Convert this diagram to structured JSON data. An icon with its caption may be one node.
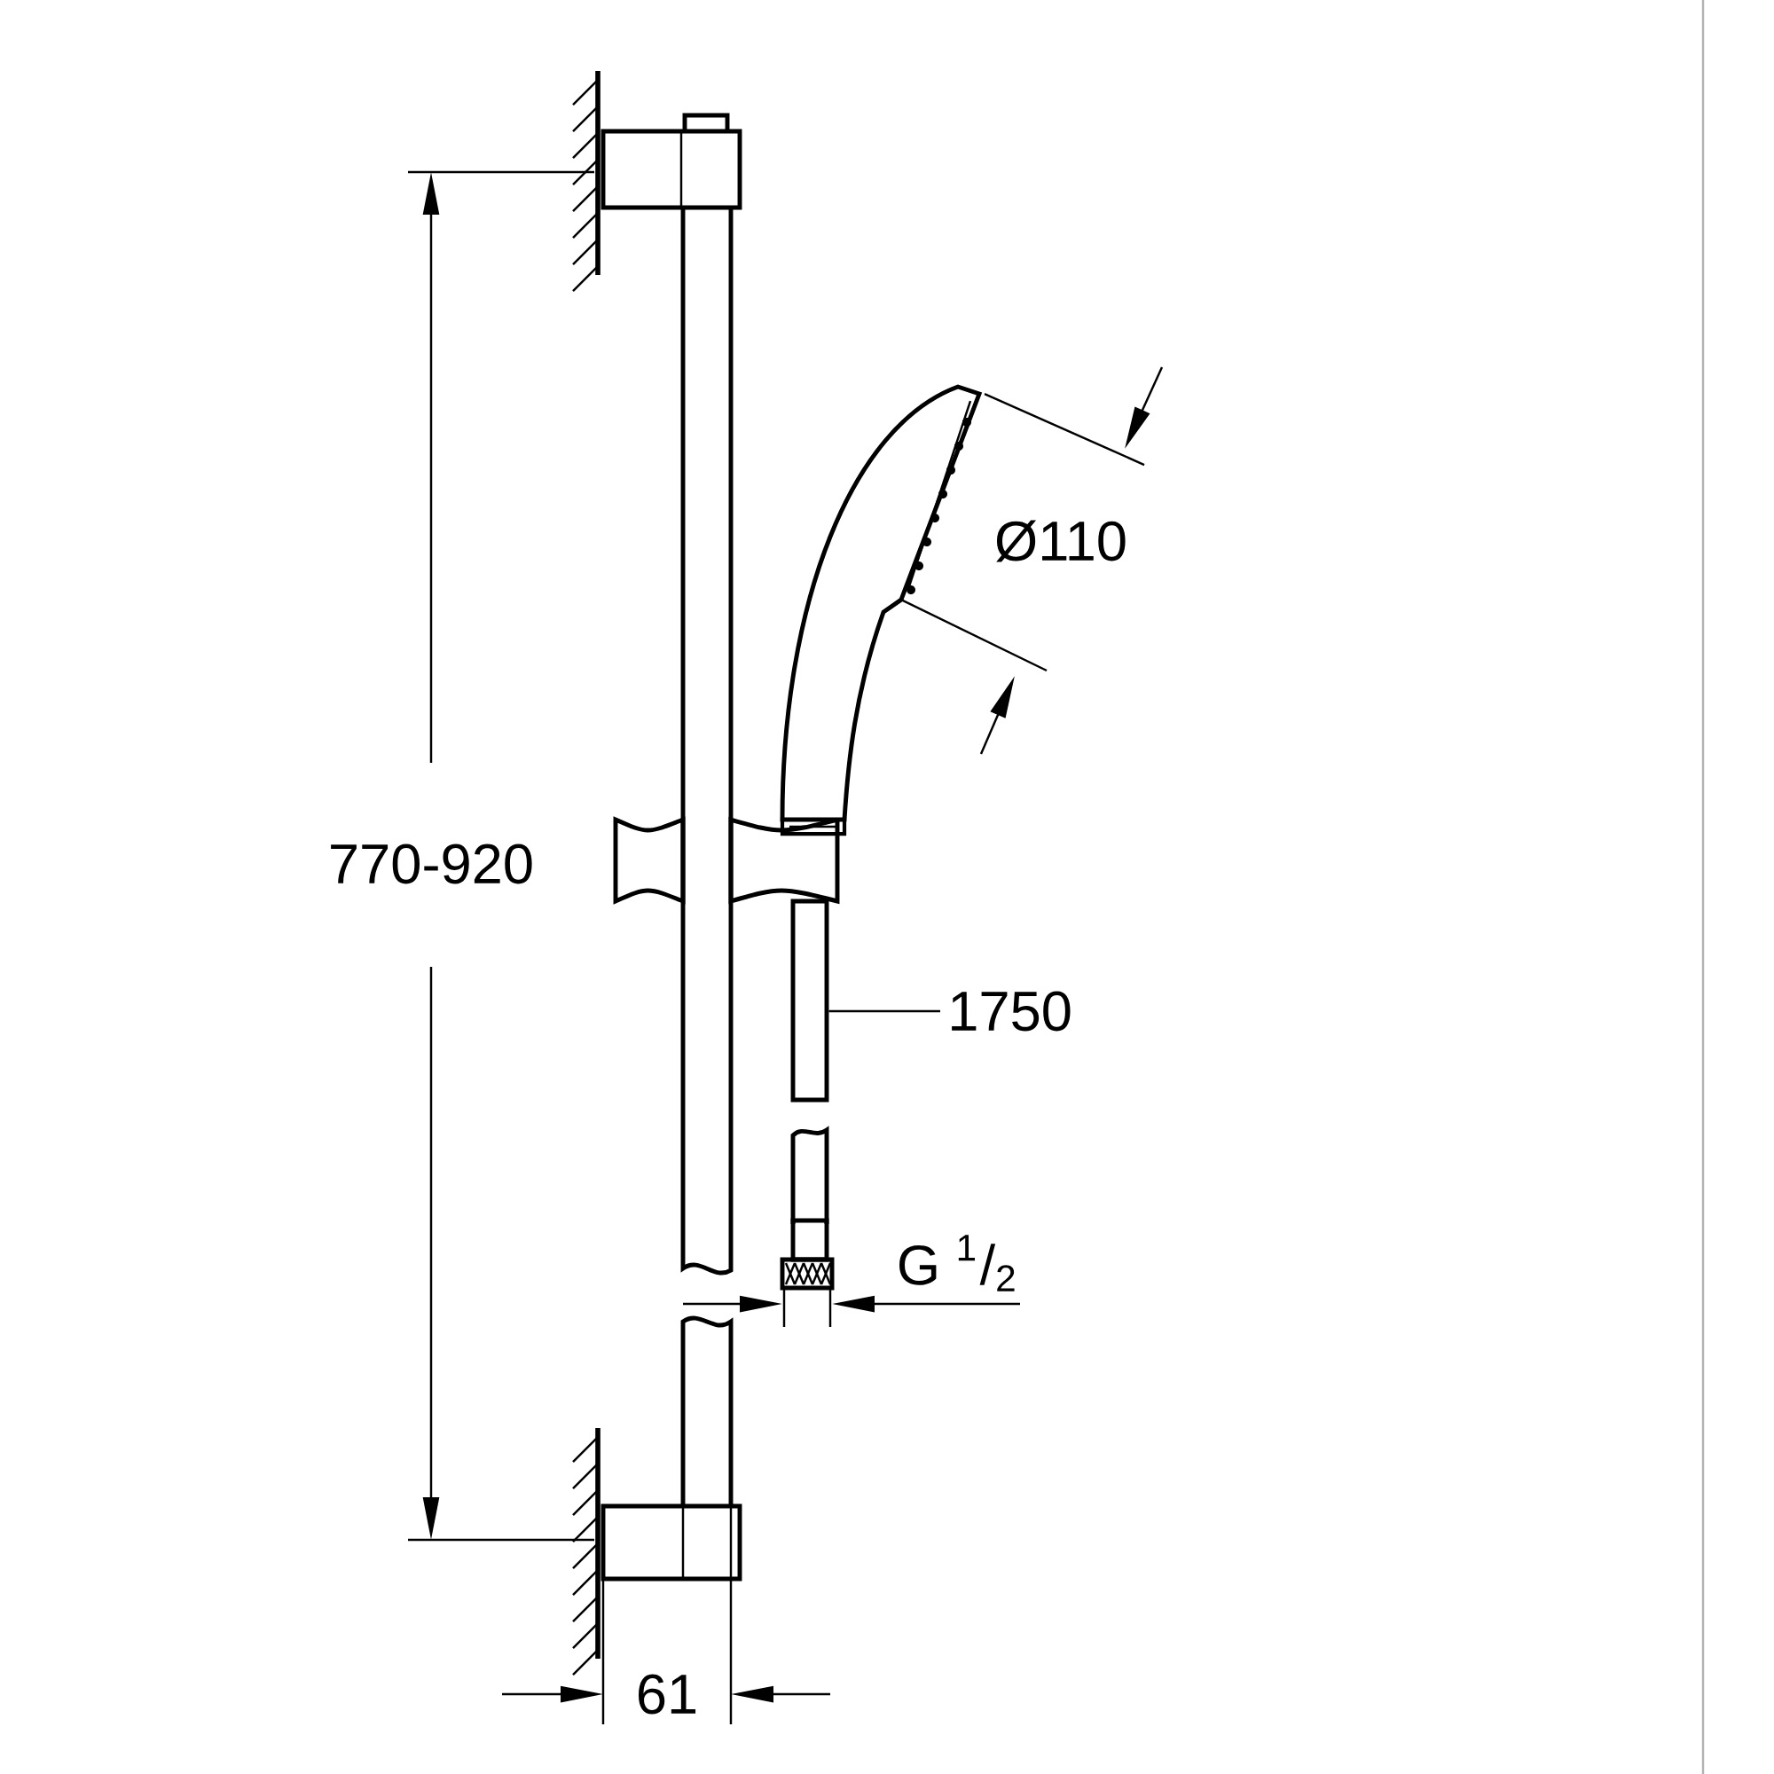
{
  "diagram": {
    "nodes": [
      {
        "text": [
          "1750"
        ]
      },
      {
        "text": [],
        "shape": "bar"
      }
    ],
    "edges": [
      {
        "from": 0,
        "to": 1,
        "arrow": "none"
      }
    ],
    "labels": [
      "770-920",
      "Ø110",
      "G $^{1}$/$_{2}$",
      "61"
    ]
  }
}
